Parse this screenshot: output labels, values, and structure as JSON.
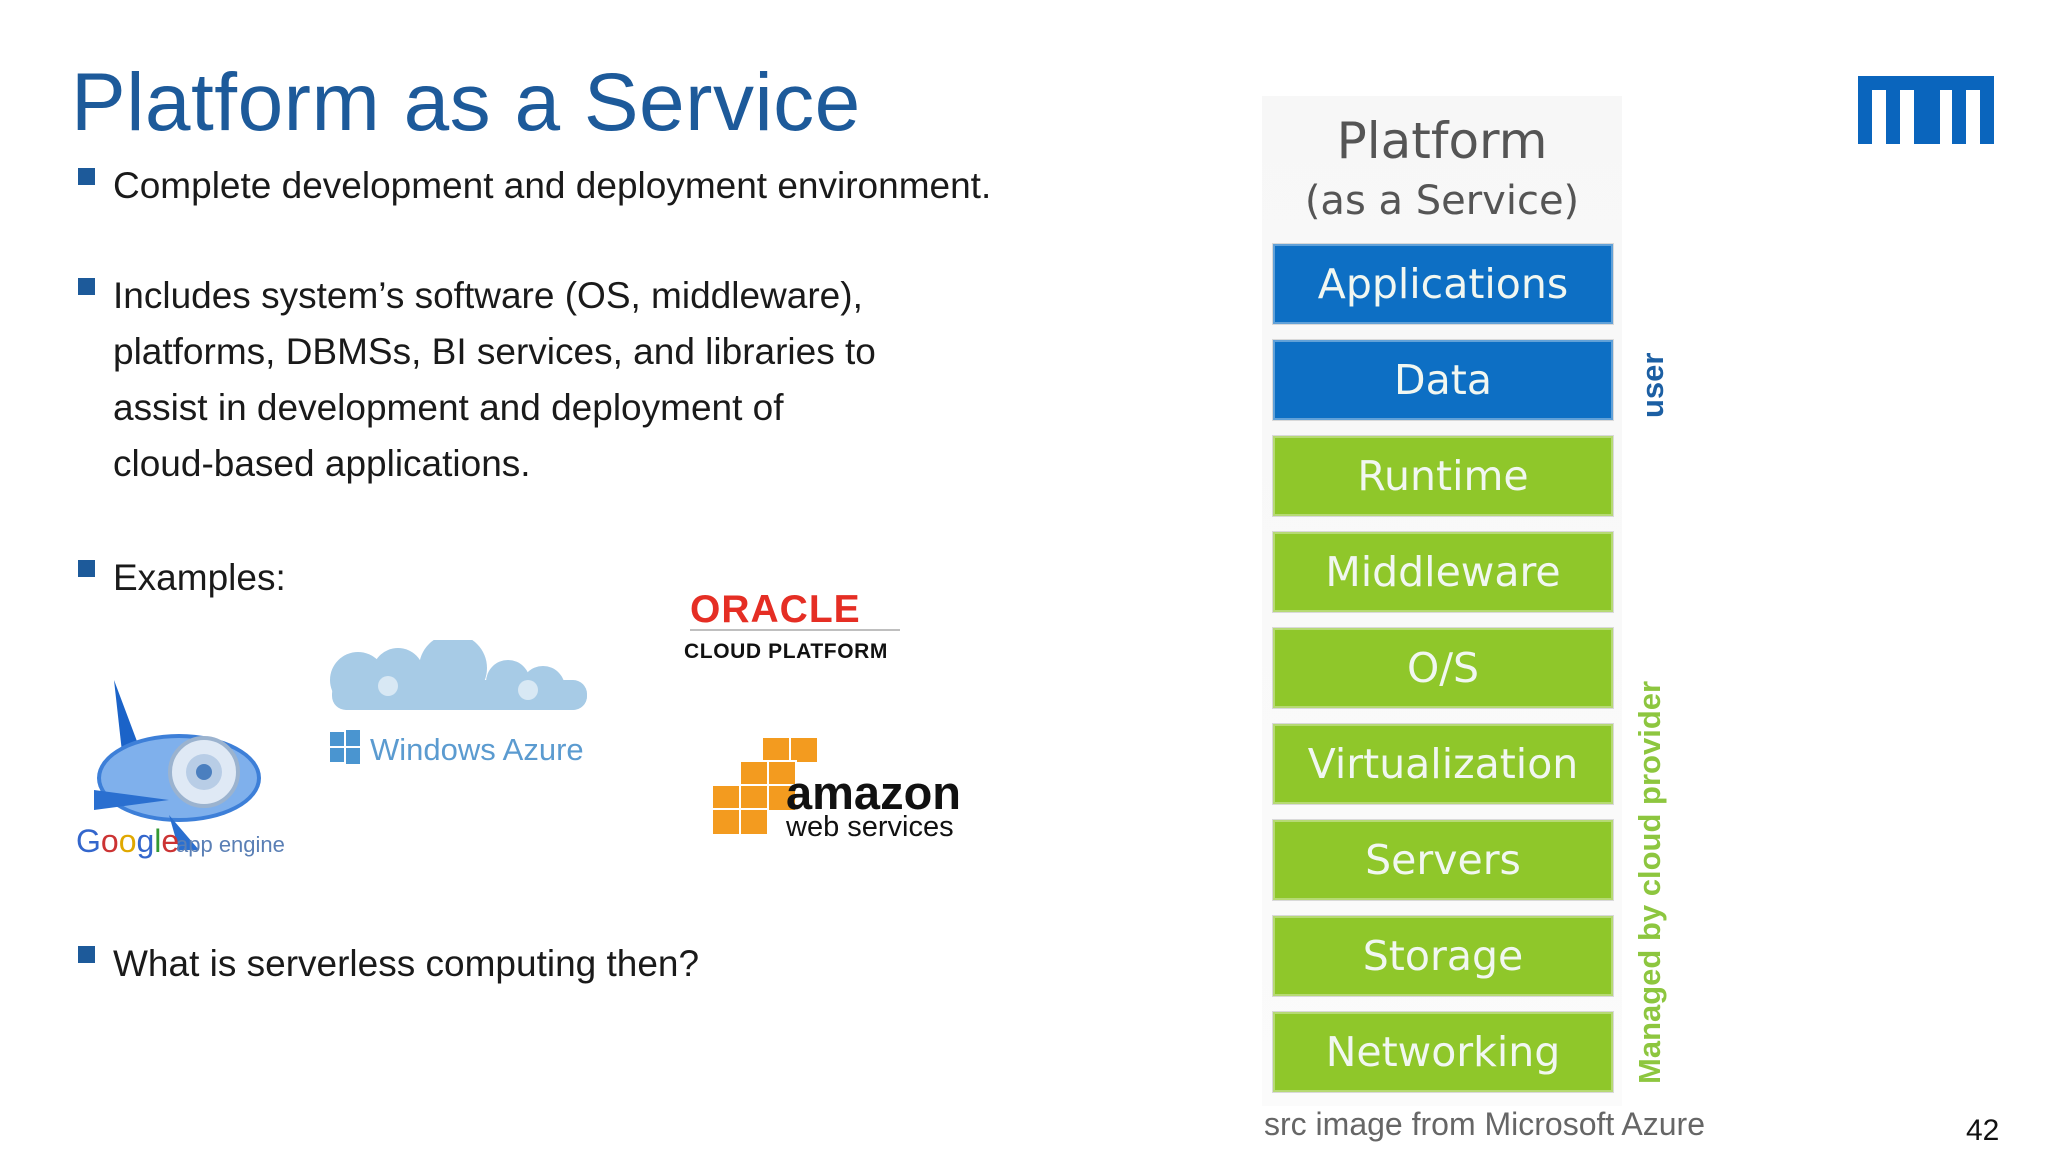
{
  "slide": {
    "title": "Platform as a Service",
    "page_number": "42",
    "bullets": [
      {
        "text": "Complete development and deployment environment."
      },
      {
        "text": "Includes system’s software (OS, middleware),\nplatforms, DBMSs, BI services, and libraries to\nassist in development and deployment of\ncloud-based applications."
      },
      {
        "text": "Examples:"
      },
      {
        "text": "What is serverless computing then?"
      }
    ],
    "logos": {
      "tum": "TUM",
      "google": {
        "brand": "Google",
        "product": "app engine"
      },
      "azure": "Windows Azure",
      "oracle": {
        "brand": "ORACLE",
        "sub": "CLOUD PLATFORM"
      },
      "aws": {
        "brand": "amazon",
        "sub": "web services"
      }
    }
  },
  "stack": {
    "title": "Platform",
    "subtitle": "(as a Service)",
    "layers": [
      {
        "label": "Applications",
        "managed_by": "user",
        "color": "#0d6fc4"
      },
      {
        "label": "Data",
        "managed_by": "user",
        "color": "#0d6fc4"
      },
      {
        "label": "Runtime",
        "managed_by": "cloud provider",
        "color": "#8fc72a"
      },
      {
        "label": "Middleware",
        "managed_by": "cloud provider",
        "color": "#8fc72a"
      },
      {
        "label": "O/S",
        "managed_by": "cloud provider",
        "color": "#8fc72a"
      },
      {
        "label": "Virtualization",
        "managed_by": "cloud provider",
        "color": "#8fc72a"
      },
      {
        "label": "Servers",
        "managed_by": "cloud provider",
        "color": "#8fc72a"
      },
      {
        "label": "Storage",
        "managed_by": "cloud provider",
        "color": "#8fc72a"
      },
      {
        "label": "Networking",
        "managed_by": "cloud provider",
        "color": "#8fc72a"
      }
    ],
    "user_label": "user",
    "provider_label": "Managed by cloud provider",
    "source": "src image from Microsoft Azure"
  },
  "colors": {
    "accent": "#1d5a9a",
    "user_blue": "#0d6fc4",
    "provider_green": "#8fc72a"
  }
}
